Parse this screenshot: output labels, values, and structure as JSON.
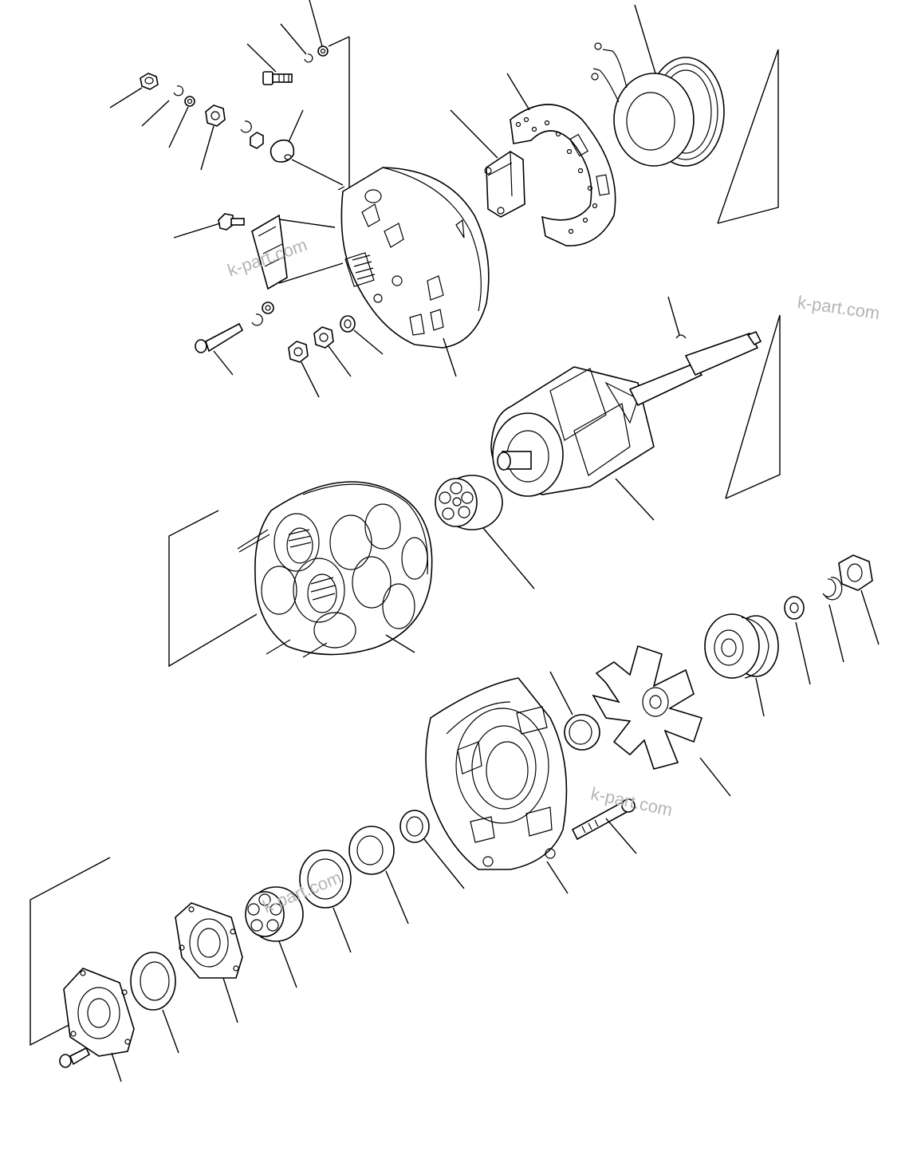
{
  "watermarks": [
    {
      "text": "k-part.com"
    },
    {
      "text": "k-part.com"
    },
    {
      "text": "k-part.com"
    },
    {
      "text": "k-part.com"
    }
  ],
  "colors": {
    "line": "#000000",
    "background": "#ffffff",
    "watermark": "#b4b4b4"
  }
}
